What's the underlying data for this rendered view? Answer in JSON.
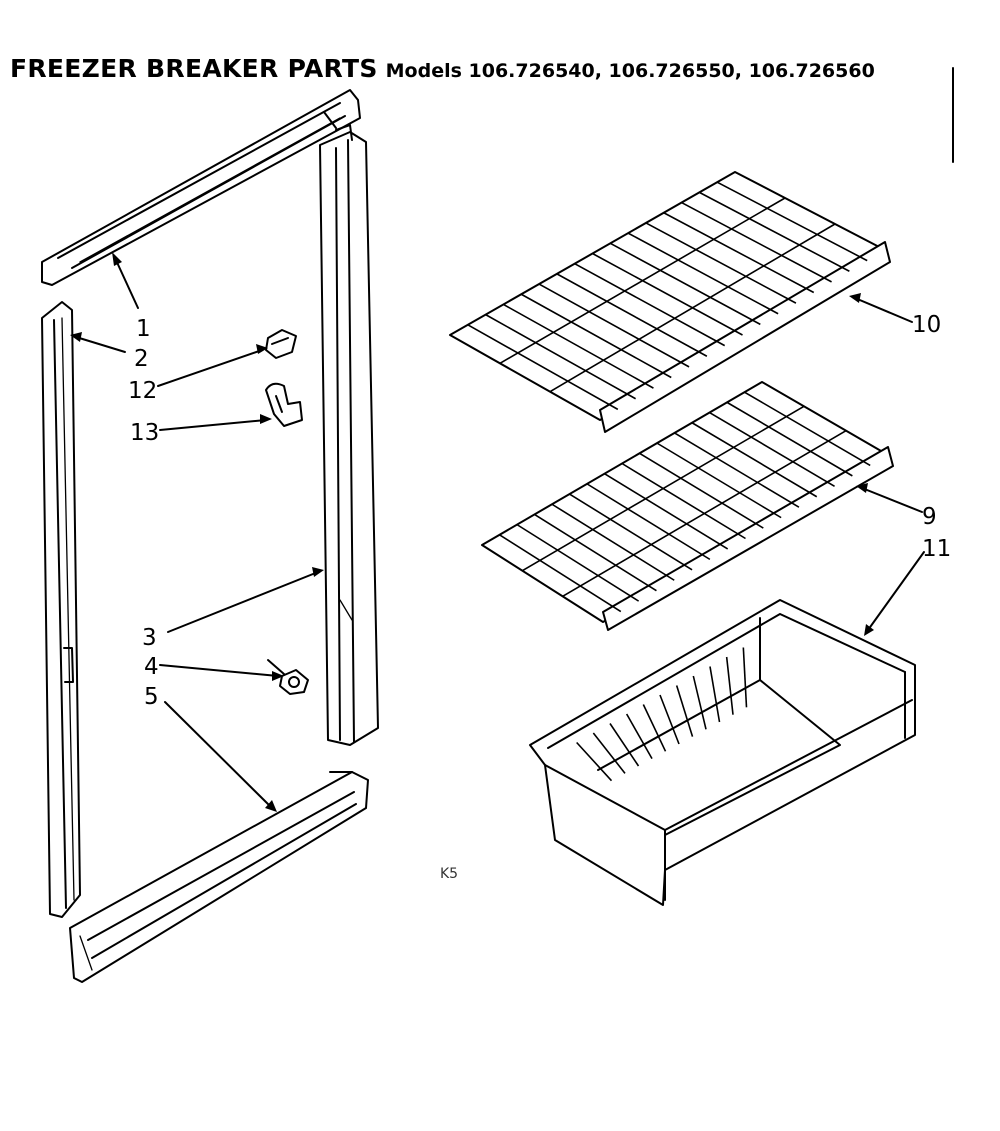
{
  "title": {
    "main": "FREEZER BREAKER PARTS",
    "models": "Models 106.726540, 106.726550, 106.726560"
  },
  "callouts": {
    "c1": "1",
    "c2": "2",
    "c12": "12",
    "c13": "13",
    "c3": "3",
    "c4": "4",
    "c5": "5",
    "c10": "10",
    "c9": "9",
    "c11": "11"
  },
  "code": "K5"
}
